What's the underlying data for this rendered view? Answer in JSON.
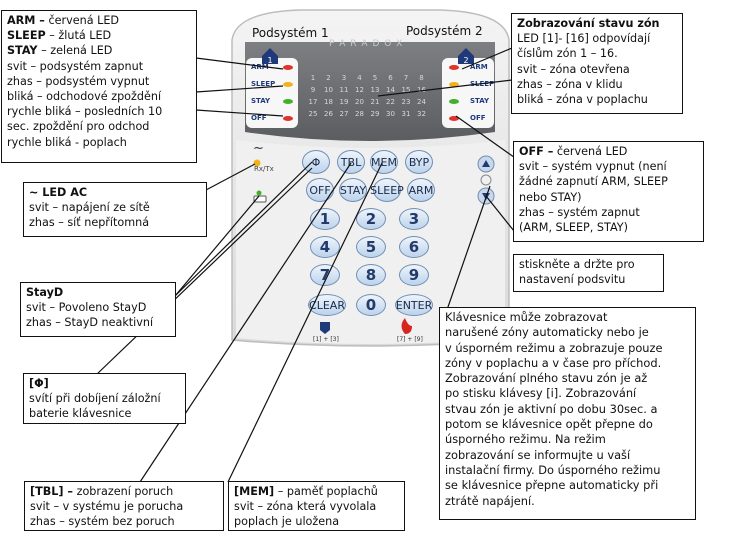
{
  "boxes": {
    "arm": {
      "heading1": "ARM –",
      "rest1": " červená LED",
      "heading2": "SLEEP",
      "rest2": " – žlutá LED",
      "heading3": "STAY",
      "rest3": " – zelená LED",
      "lines": "svit – podsystém zapnut\nzhas – podsystém vypnut\nbliká – odchodové zpoždění\nrychle bliká – posledních 10\nsec. zpoždění pro odchod\nrychle bliká - poplach"
    },
    "zones": {
      "heading": "Zobrazování stavu zón",
      "lines": "LED [1]- [16] odpovídají\nčíslům zón 1 – 16.\nsvit – zóna otevřena\nzhas – zóna v klidu\nbliká – zóna v poplachu"
    },
    "ac": {
      "heading": "~ LED AC",
      "lines": "svit – napájení ze sítě\nzhas – síť nepřítomná"
    },
    "off": {
      "heading": "OFF –",
      "rest": " červená LED",
      "lines": "svit – systém vypnut (není\nžádné zapnutí ARM, SLEEP\nnebo STAY)\nzhas – systém zapnut\n(ARM, SLEEP, STAY)"
    },
    "backlight": {
      "lines": "stiskněte a držte pro\nnastavení podsvitu"
    },
    "stayd": {
      "heading": "StayD",
      "lines": "svit – Povoleno StayD\nzhas – StayD neaktivní"
    },
    "info": {
      "lines": "Klávesnice může zobrazovat\nnarušené zóny automaticky nebo je\nv úsporném režimu a zobrazuje pouze\nzóny v poplachu a v čase pro příchod.\nZobrazování plného stavu zón je až\npo stisku klávesy [i]. Zobrazování\nstvau zón je aktivní po dobu 30sec. a\npotom se klávesnice opět přepne do\núsporného režimu. Na režim\nzobrazování se informujte u vaší\ninstalační firmy. Do úsporného režimu\nse klávesnice přepne automaticky při\nztrátě napájení."
    },
    "phi": {
      "heading": "[Φ]",
      "lines": "svítí při dobíjení záložní\nbaterie klávesnice"
    },
    "tbl": {
      "heading": "[TBL] –",
      "rest": " zobrazení poruch",
      "lines": "svit – v systému je porucha\nzhas – systém bez poruch"
    },
    "mem": {
      "heading": "[MEM]",
      "rest": " – paměť poplachů",
      "lines": "svit – zóna která vyvolala\npoplach je uložena"
    }
  },
  "keypad": {
    "subsystem1": "Podsystém 1",
    "subsystem2": "Podsystém 2",
    "brand": "P A R A D O X",
    "left_panel": [
      "ARM",
      "SLEEP",
      "STAY",
      "OFF"
    ],
    "right_panel": [
      "ARM",
      "SLEEP",
      "STAY",
      "OFF"
    ],
    "zone_numbers": [
      "1",
      "2",
      "3",
      "4",
      "5",
      "6",
      "7",
      "8",
      "9",
      "10",
      "11",
      "12",
      "13",
      "14",
      "15",
      "16",
      "17",
      "18",
      "19",
      "20",
      "21",
      "22",
      "23",
      "24",
      "25",
      "26",
      "27",
      "28",
      "29",
      "30",
      "31",
      "32"
    ],
    "ac_symbol": "~",
    "rx_tx": "Rx/Tx",
    "top_keys": [
      "Φ",
      "TBL",
      "MEM",
      "BYP"
    ],
    "mode_keys": [
      "OFF",
      "STAY",
      "SLEEP",
      "ARM"
    ],
    "num_keys": [
      "1",
      "2",
      "3",
      "4",
      "5",
      "6",
      "7",
      "8",
      "9"
    ],
    "bottom_keys": [
      "CLEAR",
      "0",
      "ENTER"
    ],
    "panic_left": "[1] + [3]",
    "panic_right": "[7] + [9]",
    "led_colors": {
      "arm": "#e0332a",
      "sleep": "#f2b21b",
      "stay": "#43b02a",
      "off": "#e0332a"
    }
  }
}
